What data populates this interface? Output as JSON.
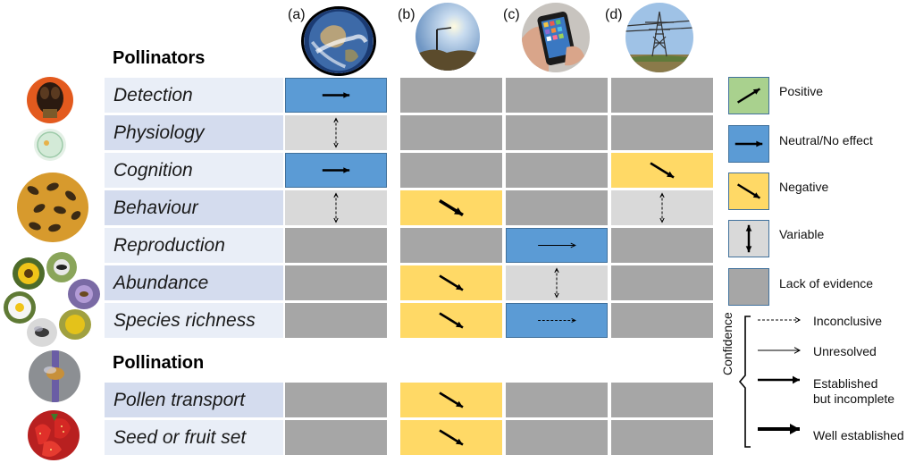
{
  "columns": [
    {
      "label": "(a)",
      "icon": "earth-globe-icon"
    },
    {
      "label": "(b)",
      "icon": "street-light-icon"
    },
    {
      "label": "(c)",
      "icon": "smartphone-icon"
    },
    {
      "label": "(d)",
      "icon": "power-pylon-icon"
    }
  ],
  "sections": {
    "pollinators": "Pollinators",
    "pollination": "Pollination"
  },
  "rows": [
    {
      "label": "Detection",
      "cells": [
        {
          "effect": "neutral",
          "confidence": "established"
        },
        {
          "effect": "none"
        },
        {
          "effect": "none"
        },
        {
          "effect": "none"
        }
      ]
    },
    {
      "label": "Physiology",
      "cells": [
        {
          "effect": "variable",
          "confidence": "inconclusive"
        },
        {
          "effect": "none"
        },
        {
          "effect": "none"
        },
        {
          "effect": "none"
        }
      ]
    },
    {
      "label": "Cognition",
      "cells": [
        {
          "effect": "neutral",
          "confidence": "established"
        },
        {
          "effect": "none"
        },
        {
          "effect": "none"
        },
        {
          "effect": "negative",
          "confidence": "established"
        }
      ]
    },
    {
      "label": "Behaviour",
      "cells": [
        {
          "effect": "variable",
          "confidence": "inconclusive"
        },
        {
          "effect": "negative",
          "confidence": "well"
        },
        {
          "effect": "none"
        },
        {
          "effect": "variable",
          "confidence": "inconclusive"
        }
      ]
    },
    {
      "label": "Reproduction",
      "cells": [
        {
          "effect": "none"
        },
        {
          "effect": "none"
        },
        {
          "effect": "neutral",
          "confidence": "unresolved"
        },
        {
          "effect": "none"
        }
      ]
    },
    {
      "label": "Abundance",
      "cells": [
        {
          "effect": "none"
        },
        {
          "effect": "negative",
          "confidence": "established"
        },
        {
          "effect": "variable",
          "confidence": "inconclusive"
        },
        {
          "effect": "none"
        }
      ]
    },
    {
      "label": "Species richness",
      "cells": [
        {
          "effect": "none"
        },
        {
          "effect": "negative",
          "confidence": "established"
        },
        {
          "effect": "neutral",
          "confidence": "inconclusive"
        },
        {
          "effect": "none"
        }
      ]
    },
    {
      "label": "Pollen transport",
      "cells": [
        {
          "effect": "none"
        },
        {
          "effect": "negative",
          "confidence": "established"
        },
        {
          "effect": "none"
        },
        {
          "effect": "none"
        }
      ]
    },
    {
      "label": "Seed or fruit set",
      "cells": [
        {
          "effect": "none"
        },
        {
          "effect": "negative",
          "confidence": "established"
        },
        {
          "effect": "none"
        },
        {
          "effect": "none"
        }
      ]
    }
  ],
  "legend": {
    "effects": [
      {
        "key": "positive",
        "label": "Positive"
      },
      {
        "key": "neutral",
        "label": "Neutral/No effect"
      },
      {
        "key": "negative",
        "label": "Negative"
      },
      {
        "key": "variable",
        "label": "Variable"
      },
      {
        "key": "none",
        "label": "Lack of evidence"
      }
    ],
    "confidence_title": "Confidence",
    "confidence": [
      {
        "key": "inconclusive",
        "label": "Inconclusive"
      },
      {
        "key": "unresolved",
        "label": "Unresolved"
      },
      {
        "key": "established",
        "label": "Established\nbut incomplete"
      },
      {
        "key": "well",
        "label": "Well established"
      }
    ]
  },
  "colors": {
    "positive": "#a9d18e",
    "neutral": "#5b9bd5",
    "negative": "#ffd966",
    "variable": "#d9d9d9",
    "none": "#a6a6a6",
    "label_bg_light": "#e9eef7",
    "label_bg_dark": "#d4dcee"
  },
  "side_images": [
    {
      "icon": "bee-head-icon"
    },
    {
      "icon": "pollen-grain-icon"
    },
    {
      "icon": "honeybee-hive-icon"
    },
    {
      "icon": "insects-on-flowers-icon"
    },
    {
      "icon": "bee-on-lavender-icon"
    },
    {
      "icon": "strawberries-icon"
    }
  ]
}
